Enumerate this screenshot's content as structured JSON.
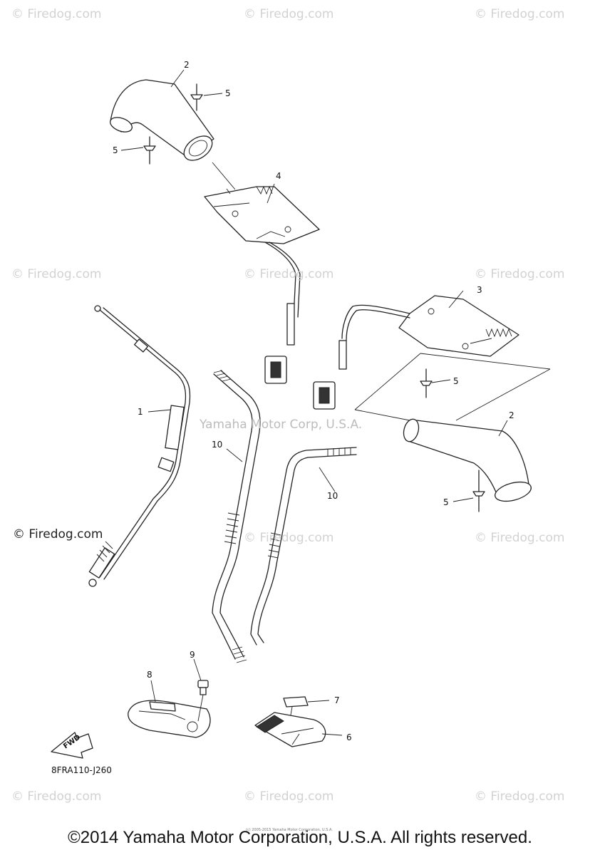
{
  "watermark": {
    "text": "© Firedog.com",
    "center_text": "Yamaha Motor Corp, U.S.A.",
    "left_text": "© Firedog.com"
  },
  "callouts": {
    "n1": "1",
    "n2_top": "2",
    "n2_right": "2",
    "n3": "3",
    "n4": "4",
    "n5_a": "5",
    "n5_b": "5",
    "n5_c": "5",
    "n5_d": "5",
    "n6": "6",
    "n7": "7",
    "n8": "8",
    "n9": "9",
    "n10_a": "10",
    "n10_b": "10"
  },
  "fwd_label": "FWD",
  "diagram_code": "8FRA110-J260",
  "fineprint": "(c) 2005-2015 Yamaha Motor Corporation, U.S.A.",
  "copyright": "©2014 Yamaha Motor Corporation, U.S.A. All rights reserved."
}
